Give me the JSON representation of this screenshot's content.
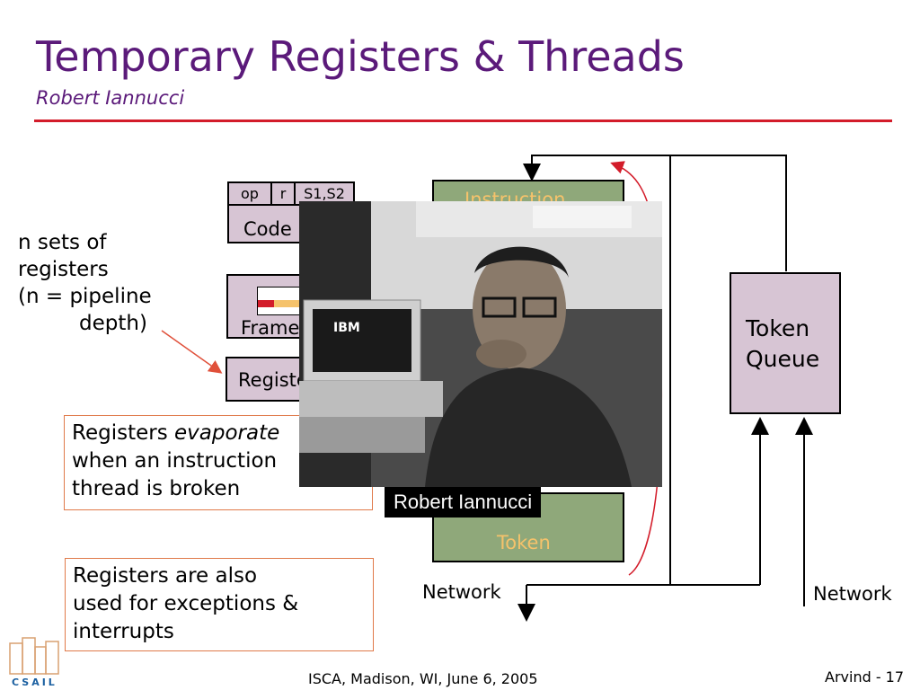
{
  "slide": {
    "title": "Temporary Registers & Threads",
    "subtitle": "Robert Iannucci"
  },
  "side_note": {
    "lines": [
      "n sets of",
      "registers",
      "(n = pipeline",
      "depth)"
    ]
  },
  "instruction_fields": {
    "op": "op",
    "r": "r",
    "s": "S1,S2"
  },
  "blocks": {
    "code": "Code",
    "frame": "Frames",
    "registers": "Registers",
    "instruction": "Instruction",
    "token": "Token",
    "token_queue_line1": "Token",
    "token_queue_line2": "Queue"
  },
  "note_evaporate": {
    "prefix": "Registers ",
    "emphasis": "evaporate",
    "line2": "when an instruction",
    "line3": "thread is broken"
  },
  "note_exceptions": {
    "line1": "Registers are also",
    "line2": "used for exceptions &",
    "line3": "interrupts"
  },
  "network_labels": {
    "left": "Network",
    "right": "Network"
  },
  "photo": {
    "caption": "Robert Iannucci",
    "monitor_label": "IBM"
  },
  "footer": {
    "logo_text": "CSAIL",
    "venue": "ISCA, Madison, WI, June 6, 2005",
    "page": "Arvind - 17"
  },
  "colors": {
    "title": "#5b1a7a",
    "rule": "#d31c2a",
    "block_purple": "#d7c5d4",
    "block_green": "#8fa87a",
    "note_border": "#e07a4a",
    "token_text": "#f5c26b"
  }
}
